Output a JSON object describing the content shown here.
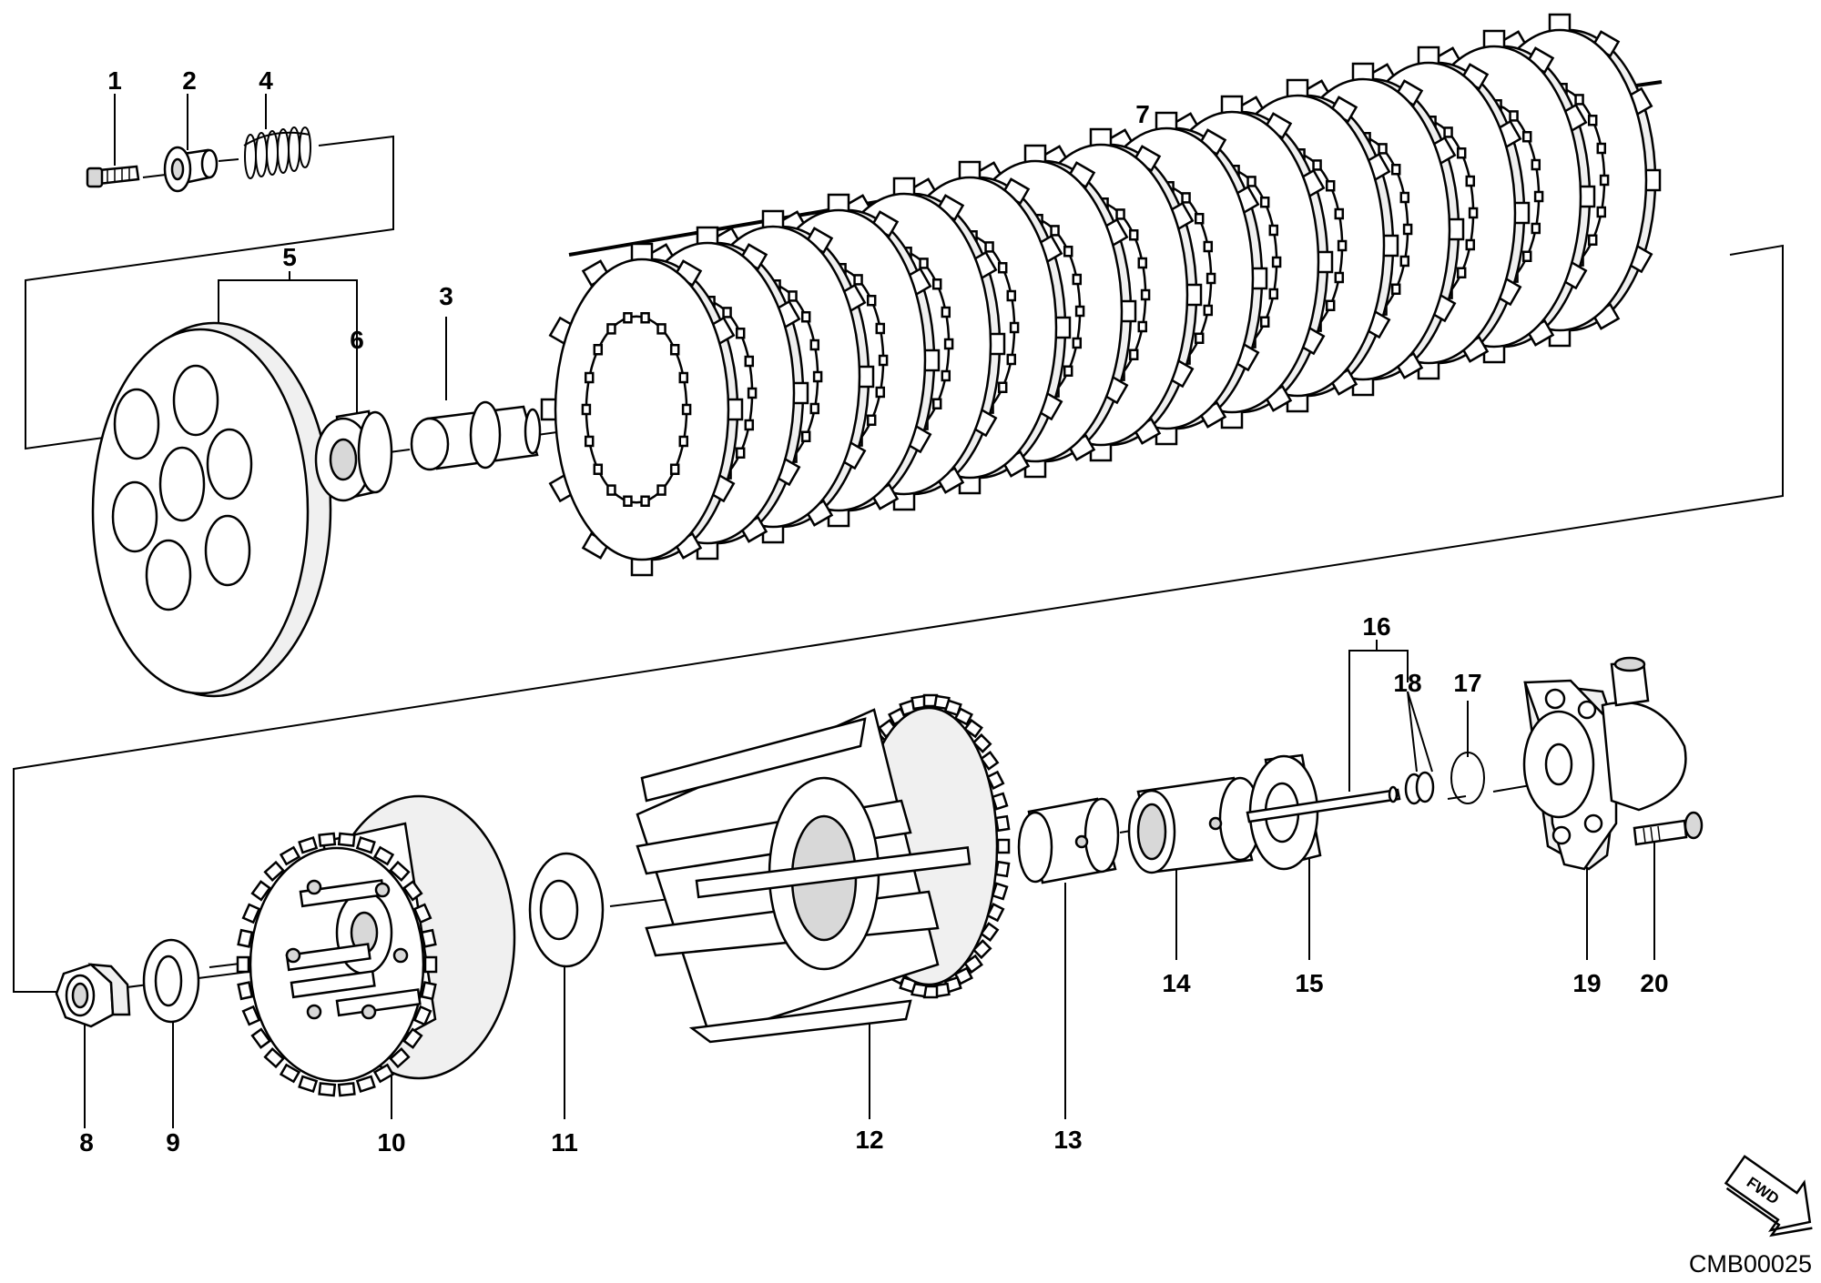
{
  "diagram": {
    "callouts": [
      "1",
      "2",
      "4",
      "7",
      "5",
      "6",
      "3",
      "16",
      "18",
      "17",
      "14",
      "15",
      "19",
      "20",
      "8",
      "9",
      "10",
      "11",
      "12",
      "13"
    ],
    "drawing_code": "CMB00025",
    "direction_badge": "FWD"
  }
}
